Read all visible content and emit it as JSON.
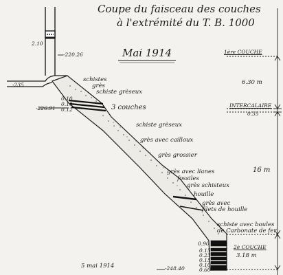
{
  "title": {
    "line1": "Coupe du faisceau des couches",
    "line2": "à l'extrémité du T. B. 1000",
    "date": "Mai 1914"
  },
  "shaft": {
    "depth_top": "2.10",
    "level": "-220.26"
  },
  "left_levels": {
    "level_235": "-235",
    "level_226": "-226.91",
    "level_bottom": "5 mai 1914",
    "level_248": "-248.40"
  },
  "small_layers": [
    "0.10",
    "0.10",
    "0.12"
  ],
  "bottom_layers": [
    "0.90",
    "0.15",
    "0.23",
    "0.15",
    "0.10",
    "0.60"
  ],
  "strata_labels": {
    "schistes": "schistes",
    "gres": "grès",
    "schiste_greseux_1": "schiste grèseux",
    "trois_couches": "3 couches",
    "schiste_greseux_2": "schiste grèseux",
    "gres_cailloux": "grès avec cailloux",
    "gres_grossier": "grès grossier",
    "gres_lianes": "grès avec lianes",
    "fossiles": "fossiles",
    "gres_schisteux": "grès schisteux",
    "houille": "houille",
    "gres_filets_1": "grès avec",
    "gres_filets_2": "filets de houille",
    "schiste_boules_1": "schiste avec boules",
    "schiste_boules_2": "de Carbonate de fer"
  },
  "right_labels": {
    "couche1": "1ère COUCHE",
    "dist1": "6.30 m",
    "intercalaire": "INTERCALAIRE",
    "inter_val": "0.55",
    "dist16": "16 m",
    "couche2": "2è COUCHE",
    "dist3": "3.18 m"
  }
}
